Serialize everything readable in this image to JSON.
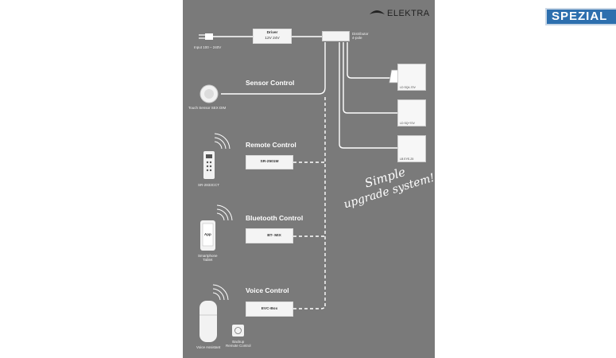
{
  "brand": {
    "name": "ELEKTRA",
    "badge": "SPEZIAL"
  },
  "input": {
    "label": "Input 100 – 240V"
  },
  "driver": {
    "title": "Driver",
    "spec": "12V 24V"
  },
  "distributor": {
    "line1": "Distributor",
    "line2": "4-pole"
  },
  "lights": [
    {
      "label": "LD SQ4-70V"
    },
    {
      "label": "LD SQ+70V"
    },
    {
      "label": "LB EYE-25"
    }
  ],
  "sections": {
    "sensor": {
      "heading": "Sensor Control",
      "device": "Touch Sensor SEX DIM"
    },
    "remote": {
      "heading": "Remote Control",
      "box": "SR-2501M",
      "device": "SR-2833CCT"
    },
    "bluetooth": {
      "heading": "Bluetooth Control",
      "box": "BT- MIX",
      "device_line1": "Smartphone",
      "device_line2": "Tablet",
      "app": "App"
    },
    "voice": {
      "heading": "Voice Control",
      "box": "EVC-Box",
      "device": "Voice Assistant",
      "backup_line1": "Backup",
      "backup_line2": "Remote Control"
    }
  },
  "slogan": {
    "line1": "Simple",
    "line2": "upgrade system!"
  },
  "colors": {
    "panel": "#7a7a7a",
    "badge": "#2d6fae",
    "line": "#ffffff"
  }
}
